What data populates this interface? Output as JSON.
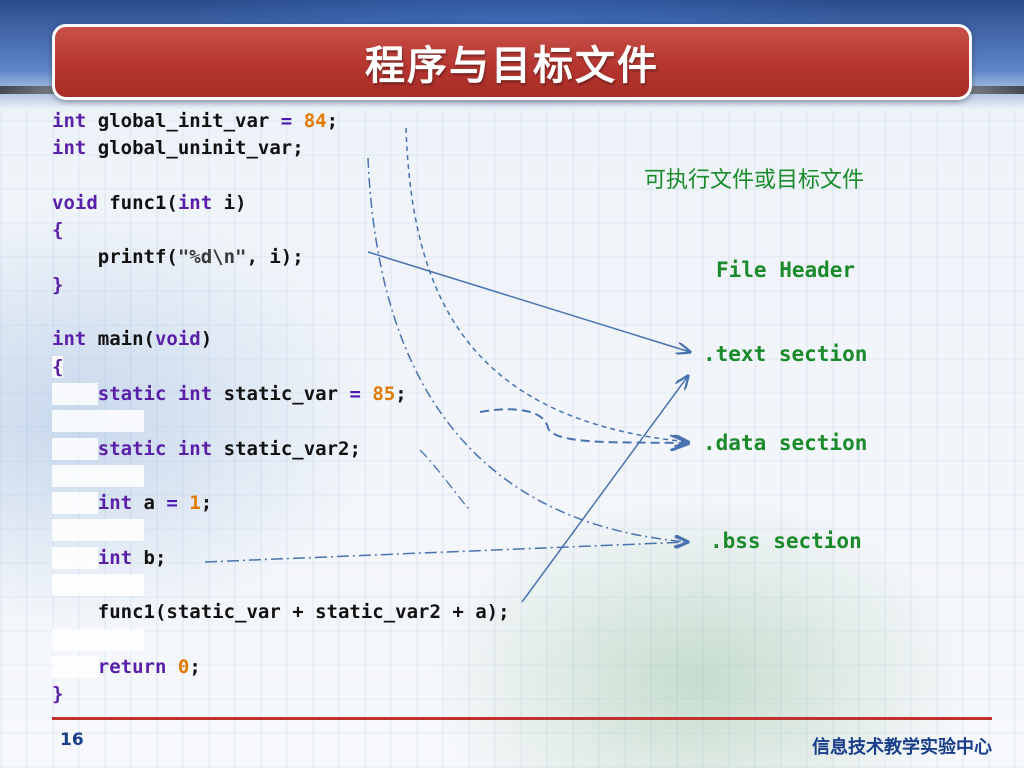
{
  "slide": {
    "title": "程序与目标文件",
    "page_number": "16",
    "footer": "信息技术教学实验中心"
  },
  "code": {
    "l1": [
      "int",
      " global_init_var ",
      "=",
      " ",
      "84",
      ";"
    ],
    "l2": [
      "int",
      " global_uninit_var;"
    ],
    "l4": [
      "void",
      " func1(",
      "int",
      " i)"
    ],
    "l5": "{",
    "l6": [
      "    printf(",
      "\"%d\\n\"",
      ", i);"
    ],
    "l7": "}",
    "l9": [
      "int",
      " main(",
      "void",
      ")"
    ],
    "l10": "{",
    "l11": [
      "    ",
      "static",
      " ",
      "int",
      " static_var ",
      "=",
      " ",
      "85",
      ";"
    ],
    "l13": [
      "    ",
      "static",
      " ",
      "int",
      " static_var2;"
    ],
    "l15": [
      "    ",
      "int",
      " a ",
      "=",
      " ",
      "1",
      ";"
    ],
    "l17": [
      "    ",
      "int",
      " b;"
    ],
    "l19": "    func1(static_var + static_var2 + a);",
    "l21": [
      "    ",
      "return",
      " ",
      "0",
      ";"
    ],
    "l22": "}"
  },
  "object_file": {
    "label": "可执行文件或目标文件",
    "sections": {
      "header": "File Header",
      "text": ".text section",
      "data": ".data section",
      "bss": ".bss section"
    }
  },
  "colors": {
    "title_bar": "#b63630",
    "keyword": "#5a1fa8",
    "number": "#e07a00",
    "section_label": "#1a8a2a",
    "arrow": "#4a72b0"
  }
}
